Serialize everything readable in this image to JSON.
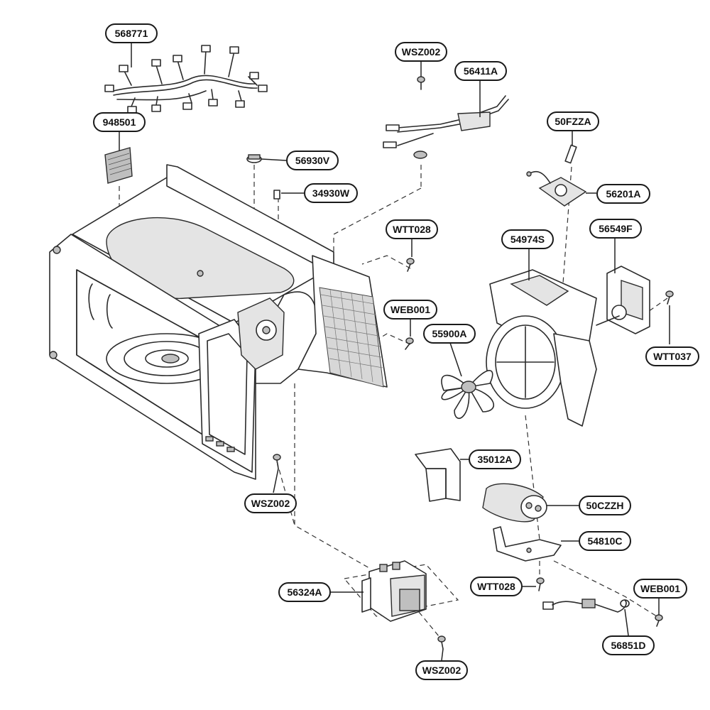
{
  "diagram": {
    "parts": [
      {
        "code": "568771"
      },
      {
        "code": "948501"
      },
      {
        "code": "56930V"
      },
      {
        "code": "34930W"
      },
      {
        "code": "WSZ002"
      },
      {
        "code": "56411A"
      },
      {
        "code": "50FZZA"
      },
      {
        "code": "56201A"
      },
      {
        "code": "WTT028"
      },
      {
        "code": "54974S"
      },
      {
        "code": "56549F"
      },
      {
        "code": "WEB001"
      },
      {
        "code": "55900A"
      },
      {
        "code": "WTT037"
      },
      {
        "code": "35012A"
      },
      {
        "code": "50CZZH"
      },
      {
        "code": "54810C"
      },
      {
        "code": "WSZ002"
      },
      {
        "code": "WTT028"
      },
      {
        "code": "WEB001"
      },
      {
        "code": "56324A"
      },
      {
        "code": "56851D"
      },
      {
        "code": "WSZ002"
      }
    ]
  }
}
